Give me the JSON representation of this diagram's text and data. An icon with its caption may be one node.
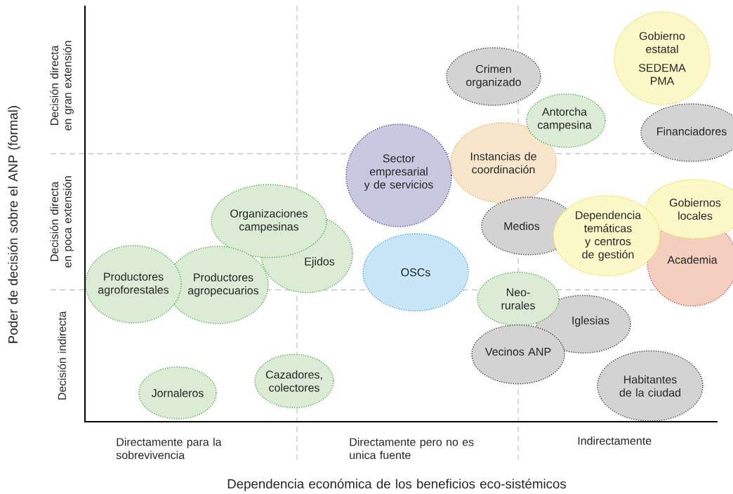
{
  "diagram": {
    "nodes": [
      {
        "text": [
          "Productores agroforestales"
        ]
      },
      {
        "text": [
          "Productores agropecuarios"
        ]
      },
      {
        "text": [
          "Organizaciones campesinas"
        ]
      },
      {
        "text": [
          "Ejidos"
        ]
      },
      {
        "text": [
          "Jornaleros"
        ]
      },
      {
        "text": [
          "Cazadores, colectores"
        ]
      },
      {
        "text": [
          "Sector empresarial y de servicios"
        ]
      },
      {
        "text": [
          "OSCs"
        ]
      },
      {
        "text": [
          "Crimen organizado"
        ]
      },
      {
        "text": [
          "Antorcha campesina"
        ]
      },
      {
        "text": [
          "Instancias de coordinación"
        ]
      },
      {
        "text": [
          "Gobierno estatal",
          "SEDEMA PMA"
        ]
      },
      {
        "text": [
          "Financiadores"
        ]
      },
      {
        "text": [
          "Medios"
        ]
      },
      {
        "text": [
          "Dependencia temáticas y centros de gestión"
        ]
      },
      {
        "text": [
          "Gobiernos locales"
        ]
      },
      {
        "text": [
          "Academia"
        ]
      },
      {
        "text": [
          "Neo-rurales"
        ]
      },
      {
        "text": [
          "Iglesias"
        ]
      },
      {
        "text": [
          "Vecinos ANP"
        ]
      },
      {
        "text": [
          "Habitantes de la ciudad"
        ]
      }
    ],
    "labels": [
      "Poder de decisión sobre el ANP (formal)",
      "Decisión directa en gran extensión",
      "Decisión directa en poca extensión",
      "Decisión indirecta",
      "Directamente para la sobrevivencia",
      "Directamente pero no es unica fuente",
      "Indirectamente",
      "Dependencia económica de los beneficios eco-sistémicos"
    ]
  }
}
